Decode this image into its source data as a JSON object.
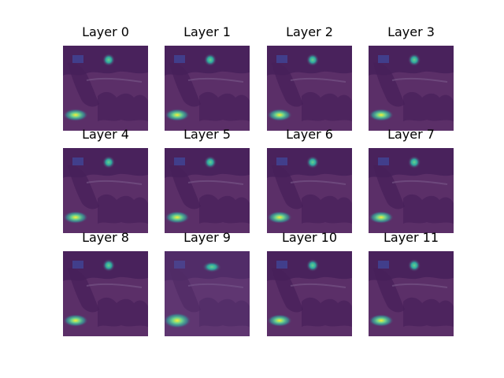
{
  "figure": {
    "panels": [
      {
        "title": "Layer 0",
        "variant": "normal"
      },
      {
        "title": "Layer 1",
        "variant": "normal"
      },
      {
        "title": "Layer 2",
        "variant": "normal"
      },
      {
        "title": "Layer 3",
        "variant": "normal"
      },
      {
        "title": "Layer 4",
        "variant": "normal"
      },
      {
        "title": "Layer 5",
        "variant": "normal"
      },
      {
        "title": "Layer 6",
        "variant": "normal"
      },
      {
        "title": "Layer 7",
        "variant": "normal"
      },
      {
        "title": "Layer 8",
        "variant": "normal"
      },
      {
        "title": "Layer 9",
        "variant": "diffuse"
      },
      {
        "title": "Layer 10",
        "variant": "normal"
      },
      {
        "title": "Layer 11",
        "variant": "normal"
      }
    ]
  },
  "colors": {
    "background": "#ffffff",
    "overlay_base": "#5b2f68",
    "overlay_dark": "#47205a",
    "heat_yellow": "#f8ef38",
    "heat_green": "#69d08d",
    "heat_teal": "#2ea8a0"
  }
}
